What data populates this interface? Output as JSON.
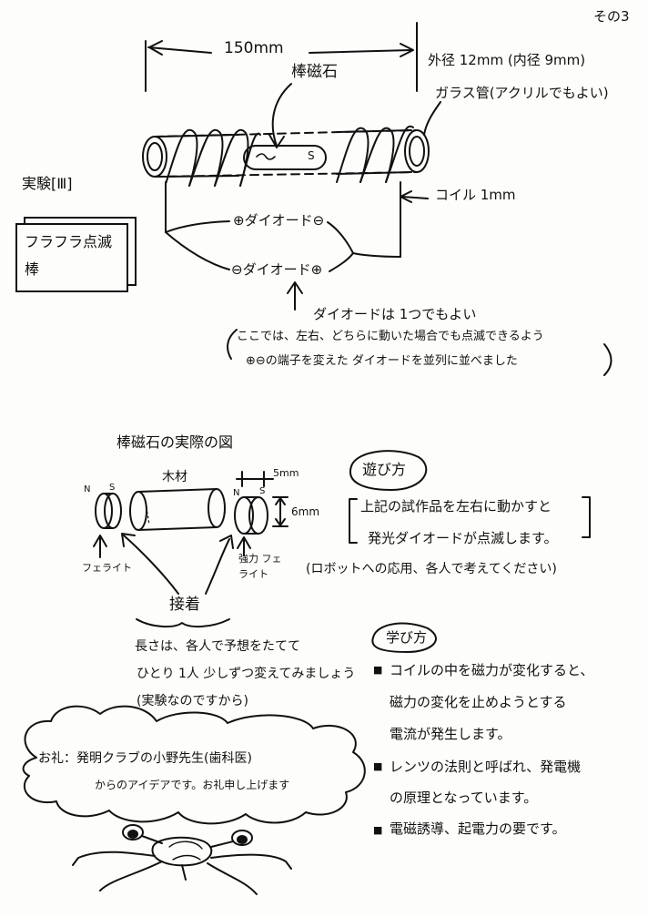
{
  "page_number": "その3",
  "experiment_label": "実験[Ⅲ]",
  "title_box": {
    "line1": "フラフラ点滅",
    "line2": "棒"
  },
  "top_diagram": {
    "length_label": "150mm",
    "outer_diameter": "外径 12mm (内径 9mm)",
    "magnet_label": "棒磁石",
    "glass_tube_label": "ガラス管(アクリルでもよい)",
    "magnet_n": "N",
    "magnet_s": "S",
    "coil_label": "コイル 1mm",
    "diode_top": "⊕ダイオード⊖",
    "diode_bottom": "⊖ダイオード⊕",
    "diode_note": "ダイオードは 1つでもよい",
    "note_line1": "ここでは、左右、どちらに動いた場合でも点滅できるよう",
    "note_line2": "⊕⊖の端子を変えた ダイオードを並列に並べました"
  },
  "magnet_figure": {
    "title": "棒磁石の実際の図",
    "wood_label": "木材",
    "size_5mm": "5mm",
    "size_6mm": "6mm",
    "n_left": "N",
    "s_left": "S",
    "n_right": "N",
    "s_right": "S",
    "ferrite_left": "フェライト",
    "ferrite_right": "強力 フェライト",
    "glue_label": "接着",
    "length_note_1": "長さは、各人で予想をたてて",
    "length_note_2": "ひとり 1人 少しずつ変えてみましょう",
    "length_note_3": "(実験なのですから)"
  },
  "play": {
    "heading": "遊び方",
    "line1": "上記の試作品を左右に動かすと",
    "line2": "発光ダイオードが点滅します。",
    "line3": "(ロボットへの応用、各人で考えてください)"
  },
  "learn": {
    "heading": "学び方",
    "bullet1_l1": "コイルの中を磁力が変化すると、",
    "bullet1_l2": "磁力の変化を止めようとする",
    "bullet1_l3": "電流が発生します。",
    "bullet2_l1": "レンツの法則と呼ばれ、発電機",
    "bullet2_l2": "の原理となっています。",
    "bullet3": "電磁誘導、起電力の要です。"
  },
  "thanks": {
    "line1": "お礼：発明クラブの小野先生(歯科医)",
    "line2": "からのアイデアです。お礼申し上げます"
  }
}
